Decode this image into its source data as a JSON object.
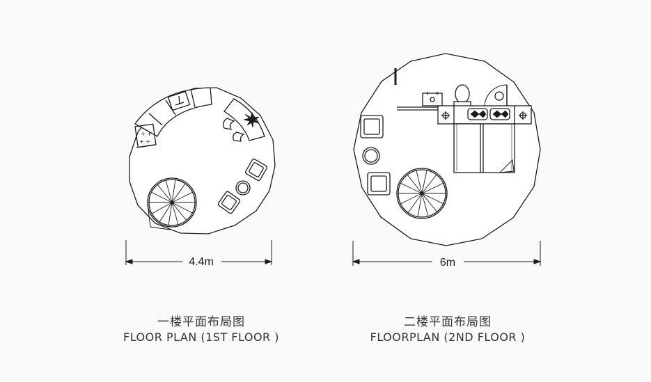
{
  "plans": [
    {
      "dimension": "4.4m",
      "title_zh": "一楼平面布局图",
      "title_en": "FLOOR PLAN (1ST FLOOR )"
    },
    {
      "dimension": "6m",
      "title_zh": "二楼平面布局图",
      "title_en": "FLOORPLAN (2ND FLOOR )"
    }
  ],
  "colors": {
    "line": "#1a1a1a",
    "background": "#fafafa",
    "text": "#333333"
  }
}
